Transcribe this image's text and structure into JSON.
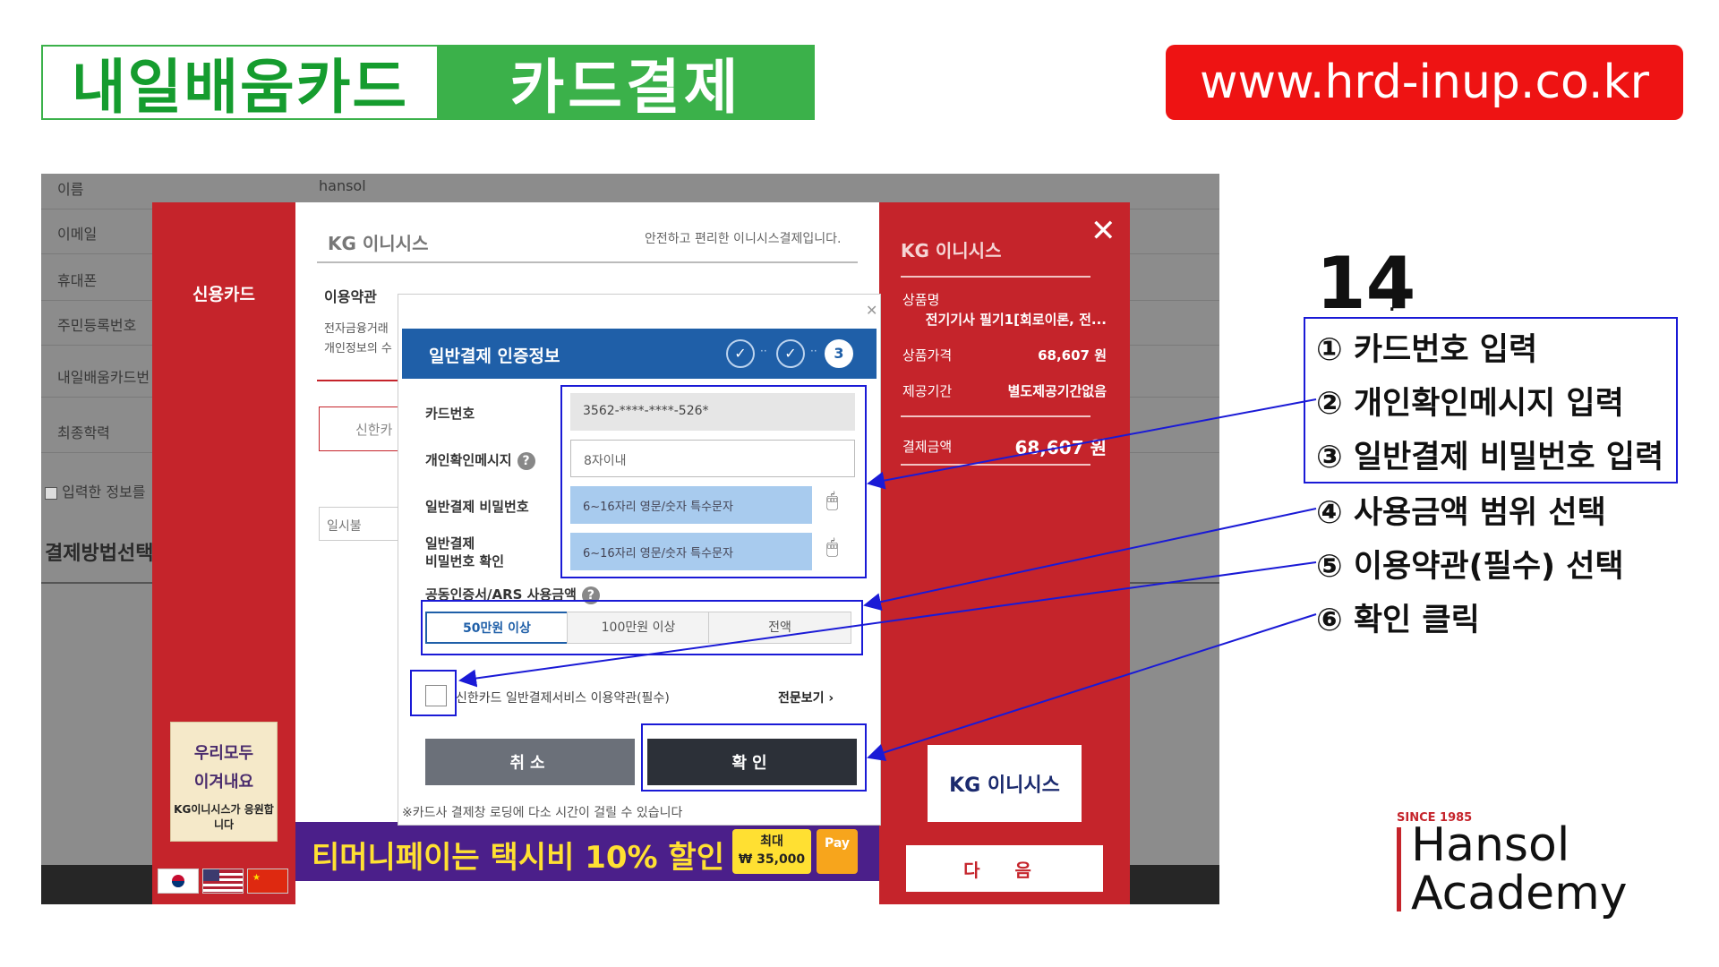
{
  "header": {
    "title_left": "내일배움카드",
    "title_right": "카드결제",
    "url": "www.hrd-inup.co.kr"
  },
  "background_page": {
    "rows": [
      {
        "label": "이름",
        "value": "hansol"
      },
      {
        "label": "이메일",
        "value": ""
      },
      {
        "label": "휴대폰",
        "value": ""
      },
      {
        "label": "주민등록번호",
        "value": ""
      },
      {
        "label": "내일배움카드번",
        "value": ""
      },
      {
        "label": "최종학력",
        "value": ""
      }
    ],
    "save_info": "입력한 정보를",
    "payment_method": "결제방법선택"
  },
  "left_strip": {
    "title": "신용카드",
    "promo_line1": "우리모두",
    "promo_line2": "이겨내요",
    "promo_line3": "KG이니시스가 응원합니다"
  },
  "kg_page": {
    "logo": "KG 이니시스",
    "slogan": "안전하고 편리한 이니시스결제입니다.",
    "terms_title": "이용약관",
    "terms_body1": "전자금융거래",
    "terms_body2": "개인정보의 수",
    "card_button": "신한카",
    "installment": "일시불",
    "ad_text": "티머니페이는 택시비 10% 할인",
    "ad_tag_line1": "최대",
    "ad_tag_line2": "₩ 35,000",
    "ad_pay": "Pay"
  },
  "right_panel": {
    "logo": "KG 이니시스",
    "product_label": "상품명",
    "product_value": "전기기사 필기1[회로이론, 전...",
    "price_label": "상품가격",
    "price_value": "68,607 원",
    "period_label": "제공기간",
    "period_value": "별도제공기간없음",
    "amount_label": "결제금액",
    "amount_value": "68,607 원",
    "kg_box": "KG 이니시스",
    "next_button": "다 음"
  },
  "modal": {
    "title": "일반결제 인증정보",
    "step_current": "3",
    "card_number_label": "카드번호",
    "card_number_value": "3562-****-****-526*",
    "personal_msg_label": "개인확인메시지",
    "personal_msg_placeholder": "8자이내",
    "password_label": "일반결제 비밀번호",
    "password_placeholder": "6~16자리 영문/숫자 특수문자",
    "password_confirm_label1": "일반결제",
    "password_confirm_label2": "비밀번호 확인",
    "password_confirm_placeholder": "6~16자리 영문/숫자 특수문자",
    "amount_label": "공동인증서/ARS 사용금액",
    "amount_options": [
      "50만원 이상",
      "100만원 이상",
      "전액"
    ],
    "terms_text": "신한카드 일반결제서비스 이용약관(필수)",
    "terms_view": "전문보기 ›",
    "cancel_button": "취소",
    "confirm_button": "확인",
    "note": "※카드사 결제창 로딩에 다소 시간이 걸릴 수 있습니다"
  },
  "instructions": {
    "step_number": "14",
    "items": [
      "① 카드번호 입력",
      "② 개인확인메시지 입력",
      "③ 일반결제 비밀번호 입력",
      "④ 사용금액 범위 선택",
      "⑤ 이용약관(필수) 선택",
      "⑥ 확인 클릭"
    ]
  },
  "brand": {
    "since": "SINCE 1985",
    "line1": "Hansol",
    "line2": "Academy"
  }
}
